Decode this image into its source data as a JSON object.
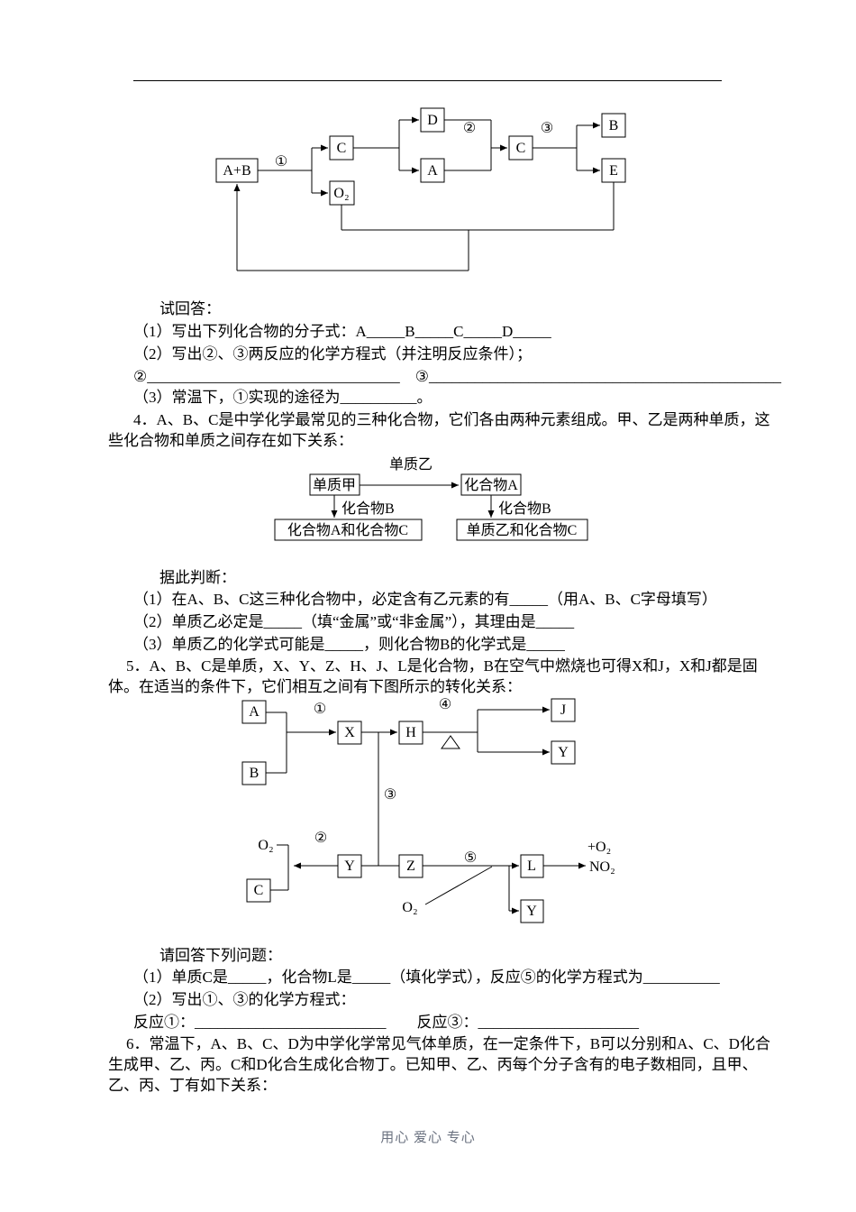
{
  "doc": {
    "footer": "用心  爱心  专心"
  },
  "d1": {
    "ab": "A+B",
    "c1": "C",
    "o2": "O₂",
    "d": "D",
    "a": "A",
    "c2": "C",
    "b": "B",
    "e": "E",
    "r1": "①",
    "r2": "②",
    "r3": "③"
  },
  "s3": {
    "prompt": "试回答：",
    "q1": "（1）写出下列化合物的分子式：A_____B_____C_____D_____",
    "q2": "（2）写出②、③两反应的化学方程式（并注明反应条件）；",
    "blanks": "②_________________________________　③______________________________________________",
    "q3": "（3）常温下，①实现的途径为__________。"
  },
  "q4": {
    "intro1": "4．A、B、C是中学化学最常见的三种化合物，它们各由两种元素组成。甲、乙是两种单质，这",
    "intro2": "些化合物和单质之间存在如下关系：",
    "d": {
      "top": "单质乙",
      "left": "单质甲",
      "right": "化合物A",
      "arrow1_label": "化合物B",
      "arrow2_label": "化合物B",
      "bottom_left": "化合物A和化合物C",
      "bottom_right": "单质乙和化合物C"
    },
    "judge": "据此判断：",
    "j1": "（1）在A、B、C这三种化合物中，必定含有乙元素的有_____（用A、B、C字母填写）",
    "j2": "（2）单质乙必定是_____（填“金属”或“非金属”），其理由是_____",
    "j3": "（3）单质乙的化学式可能是_____，则化合物B的化学式是_____"
  },
  "q5": {
    "intro1": "5．A、B、C是单质，X、Y、Z、H、J、L是化合物，B在空气中燃烧也可得X和J，X和J都是固",
    "intro2": "体。在适当的条件下，它们相互之间有下图所示的转化关系：",
    "d": {
      "a": "A",
      "b": "B",
      "x": "X",
      "h": "H",
      "j": "J",
      "y_top": "Y",
      "y_left": "Y",
      "y_bottom": "Y",
      "z": "Z",
      "c": "C",
      "l": "L",
      "o2_left": "O₂",
      "o2_bottom": "O₂",
      "plus_o2": "+O₂",
      "no2": "NO₂",
      "r1": "①",
      "r2": "②",
      "r3": "③",
      "r4": "④",
      "r5": "⑤",
      "heat_symbol": "△"
    },
    "ask": "请回答下列问题：",
    "a1": "（1）单质C是_____，化合物L是_____（填化学式），反应⑤的化学方程式为__________",
    "a2": "（2）写出①、③的化学方程式：",
    "a3": "反应①：_________________________　　反应③：_____________________"
  },
  "q6": {
    "intro1": "6．常温下，A、B、C、D为中学化学常见气体单质，在一定条件下，B可以分别和A、C、D化合",
    "intro2": "生成甲、乙、丙。C和D化合生成化合物丁。已知甲、乙、丙每个分子含有的电子数相同，且甲、",
    "intro3": "乙、丙、丁有如下关系："
  }
}
